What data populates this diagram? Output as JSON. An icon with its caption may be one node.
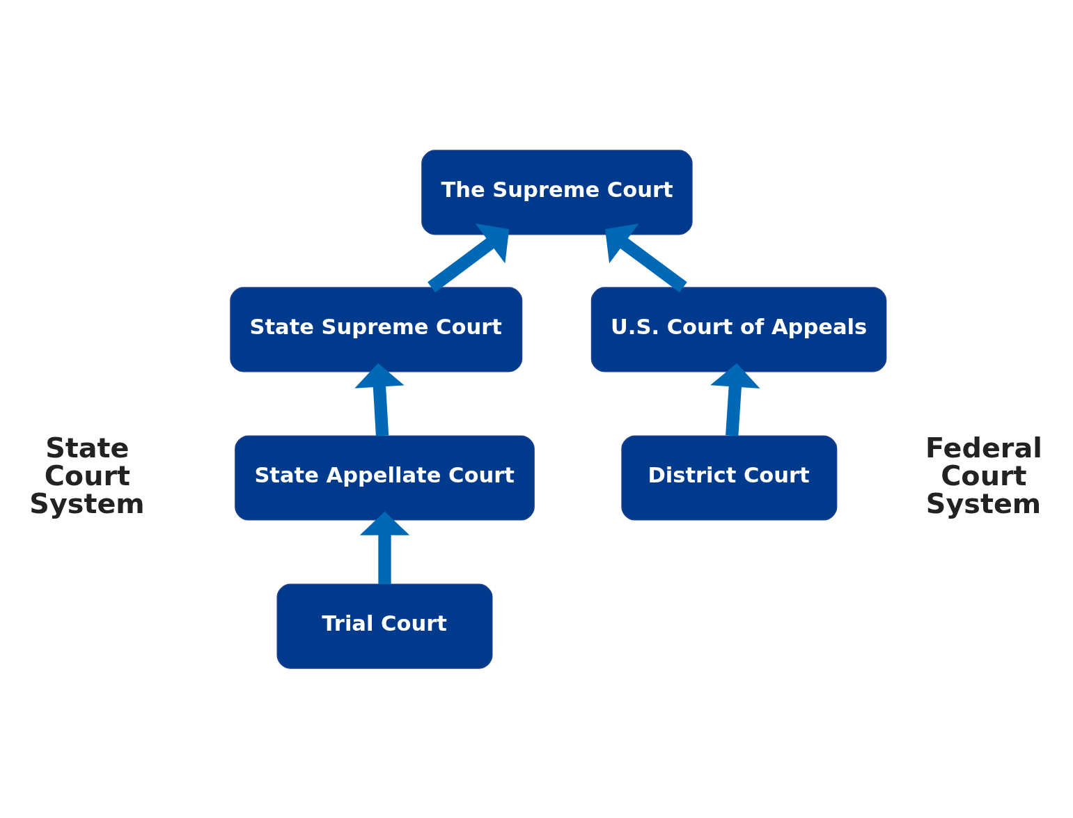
{
  "diagram": {
    "nodes": [
      {
        "text": [
          "The Supreme Court"
        ]
      },
      {
        "text": [
          "State Supreme Court"
        ]
      },
      {
        "text": [
          "U.S. Court of Appeals"
        ]
      },
      {
        "text": [
          "State Appellate Court"
        ]
      },
      {
        "text": [
          "District Court"
        ]
      },
      {
        "text": [
          "Trial Court"
        ]
      }
    ],
    "edges": [
      {
        "from": 1,
        "to": 0,
        "arrow": "to"
      },
      {
        "from": 2,
        "to": 0,
        "arrow": "to"
      },
      {
        "from": 3,
        "to": 1,
        "arrow": "to"
      },
      {
        "from": 4,
        "to": 2,
        "arrow": "to"
      },
      {
        "from": 5,
        "to": 3,
        "arrow": "to"
      }
    ],
    "labels": [
      "State Court System",
      "Federal Court System"
    ]
  }
}
